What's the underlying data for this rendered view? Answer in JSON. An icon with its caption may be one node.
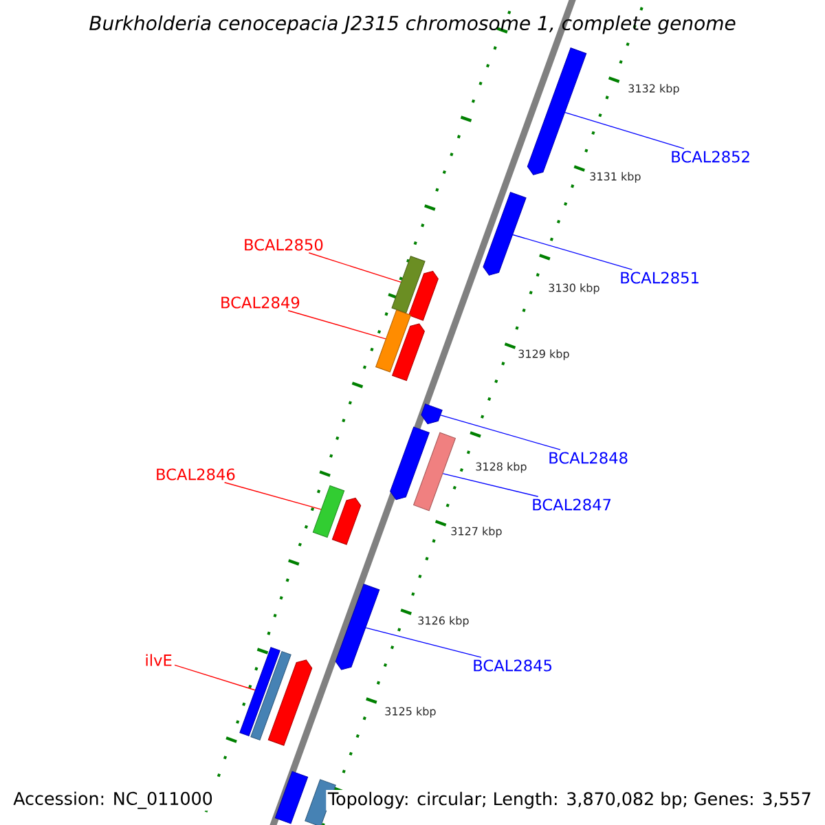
{
  "diagram": {
    "title": "*Burkholderia cenocepacia* J2315 chromosome 1, complete genome",
    "nodes": [
      {
        "text": [
          "BCAL2852"
        ]
      },
      {
        "text": [],
        "shape": "pentagon"
      },
      {
        "text": [
          "BCAL2851"
        ]
      },
      {
        "text": [],
        "shape": "pentagon"
      },
      {
        "text": [
          "BCAL2850"
        ]
      },
      {
        "text": [],
        "shape": "bar"
      },
      {
        "text": [],
        "shape": "pentagon"
      },
      {
        "text": [
          "BCAL2849"
        ]
      },
      {
        "text": [],
        "shape": "bar"
      },
      {
        "text": [],
        "shape": "pentagon"
      },
      {
        "text": [],
        "shape": "pentagon"
      },
      {
        "text": [
          "BCAL2848"
        ]
      },
      {
        "text": [],
        "shape": "pentagon"
      },
      {
        "text": [],
        "shape": "bar"
      },
      {
        "text": [
          "BCAL2847"
        ]
      },
      {
        "text": [
          "BCAL2846"
        ]
      },
      {
        "text": [],
        "shape": "bar"
      },
      {
        "text": [],
        "shape": "pentagon"
      },
      {
        "text": [],
        "shape": "pentagon"
      },
      {
        "text": [
          "BCAL2845"
        ]
      },
      {
        "text": [
          "ilvE"
        ]
      },
      {
        "text": [],
        "shape": "bar"
      },
      {
        "text": [],
        "shape": "bar"
      },
      {
        "text": [],
        "shape": "pentagon"
      },
      {
        "text": [],
        "shape": "bar"
      },
      {
        "text": [],
        "shape": "bar"
      }
    ],
    "edges": [
      {
        "from": 0,
        "to": 1,
        "arrow": "none"
      },
      {
        "from": 2,
        "to": 3,
        "arrow": "none"
      },
      {
        "from": 4,
        "to": 5,
        "arrow": "none",
        "color": "#ff0000"
      },
      {
        "from": 7,
        "to": 8,
        "arrow": "none",
        "color": "#ff0000"
      },
      {
        "from": 11,
        "to": 10,
        "arrow": "none"
      },
      {
        "from": 14,
        "to": 13,
        "arrow": "none"
      },
      {
        "from": 15,
        "to": 16,
        "arrow": "none",
        "color": "#ff0000"
      },
      {
        "from": 19,
        "to": 18,
        "arrow": "none"
      },
      {
        "from": 20,
        "to": 21,
        "arrow": "none",
        "color": "#ff0000"
      }
    ],
    "labels": [
      "3132 kbp",
      "3131 kbp",
      "3130 kbp",
      "3129 kbp",
      "3128 kbp",
      "3127 kbp",
      "3126 kbp",
      "3125 kbp",
      "Accession: NC_011000",
      "Topology: circular; Length: 3,870,082 bp; Genes: 3,557"
    ]
  }
}
